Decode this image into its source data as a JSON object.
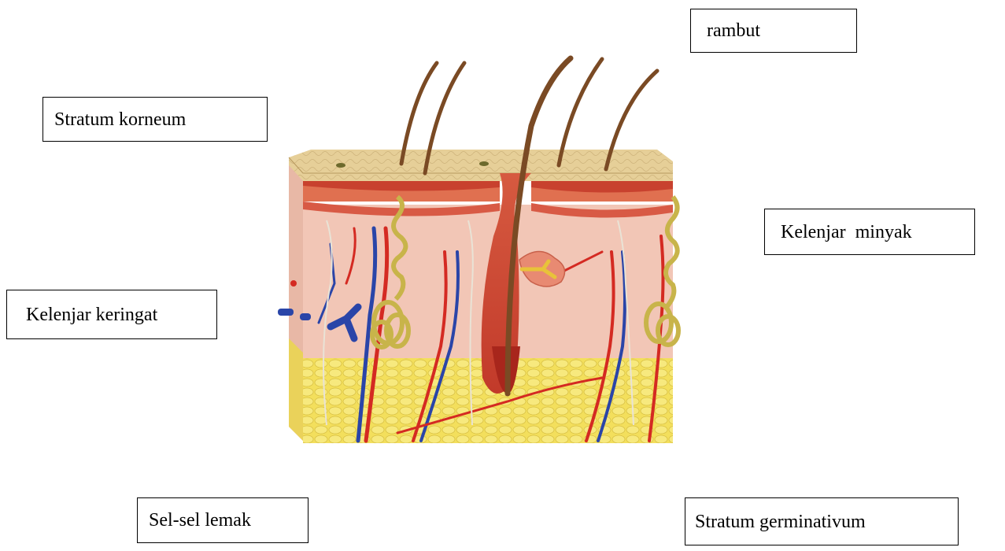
{
  "labels": {
    "rambut": "rambut",
    "stratum_korneum": "Stratum korneum",
    "kelenjar_minyak": "Kelenjar  minyak",
    "kelenjar_keringat": "Kelenjar keringat",
    "sel_sel_lemak": "Sel-sel lemak",
    "stratum_germinativum": "Stratum germinativum"
  },
  "illustration": {
    "subject": "skin-cross-section",
    "colors": {
      "surface": "#e6cf98",
      "epidermis": "#e07050",
      "dermis": "#f2c6b6",
      "fat": "#f3df5c",
      "artery": "#d42a22",
      "vein": "#2a45a8",
      "hair": "#7a4a24",
      "gland": "#c8b44a"
    }
  }
}
